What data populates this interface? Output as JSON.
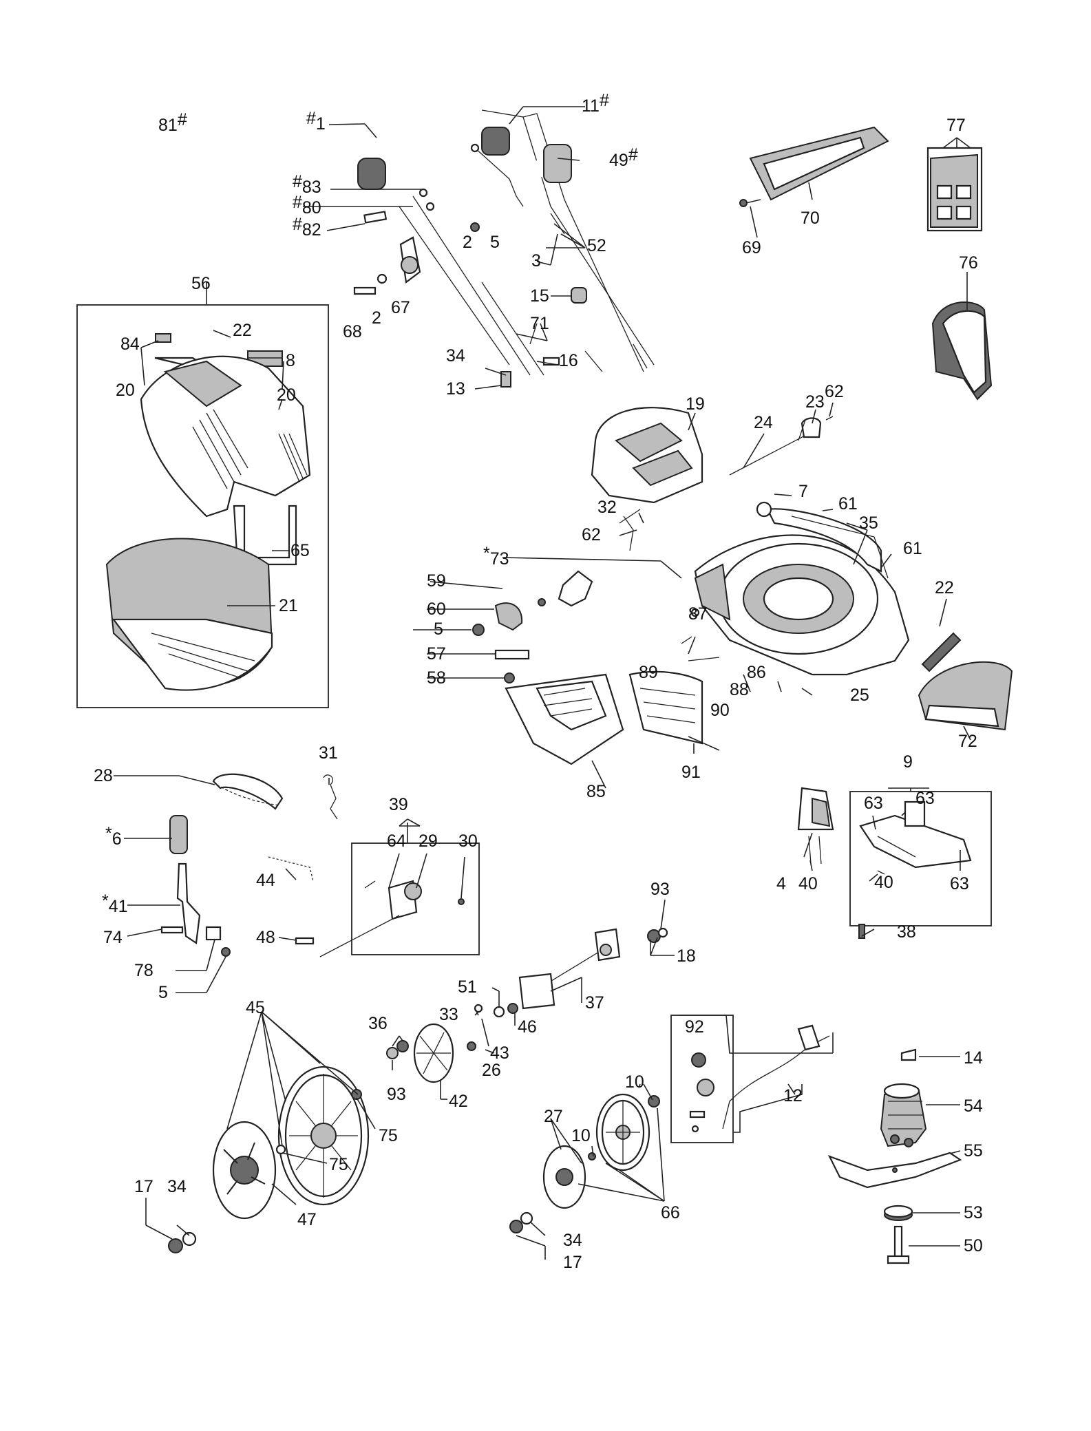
{
  "labels": {
    "l81": "81",
    "l1": "1",
    "l11": "11",
    "l49": "49",
    "l83": "83",
    "l80": "80",
    "l82": "82",
    "l2a": "2",
    "l5a": "5",
    "l52": "52",
    "l3": "3",
    "l2b": "2",
    "l68": "68",
    "l67": "67",
    "l15": "15",
    "l71": "71",
    "l34a": "34",
    "l16": "16",
    "l13": "13",
    "l56": "56",
    "l22a": "22",
    "l84": "84",
    "l8": "8",
    "l20a": "20",
    "l20b": "20",
    "l65": "65",
    "l21": "21",
    "l77": "77",
    "l70": "70",
    "l69": "69",
    "l76": "76",
    "l19": "19",
    "l24": "24",
    "l23": "23",
    "l62a": "62",
    "l7": "7",
    "l61a": "61",
    "l35": "35",
    "l61b": "61",
    "l32": "32",
    "l62b": "62",
    "l73": "73",
    "l59": "59",
    "l60": "60",
    "l5b": "5",
    "l57": "57",
    "l58": "58",
    "l22b": "22",
    "l87": "87",
    "l89": "89",
    "l86": "86",
    "l88": "88",
    "l25": "25",
    "l90": "90",
    "l72": "72",
    "l85": "85",
    "l91": "91",
    "l28": "28",
    "l31": "31",
    "l39": "39",
    "l6": "6",
    "l64": "64",
    "l29": "29",
    "l30": "30",
    "l44": "44",
    "l41": "41",
    "l74": "74",
    "l48": "48",
    "l78": "78",
    "l5c": "5",
    "l9": "9",
    "l63a": "63",
    "l63b": "63",
    "l63c": "63",
    "l4": "4",
    "l40a": "40",
    "l40b": "40",
    "l38": "38",
    "l93a": "93",
    "l18": "18",
    "l51": "51",
    "l33": "33",
    "l37": "37",
    "l46": "46",
    "l43": "43",
    "l36": "36",
    "l26": "26",
    "l93b": "93",
    "l42": "42",
    "l45": "45",
    "l75a": "75",
    "l75b": "75",
    "l17a": "17",
    "l34b": "34",
    "l47": "47",
    "l92": "92",
    "l12": "12",
    "l10a": "10",
    "l10b": "10",
    "l27": "27",
    "l66": "66",
    "l34c": "34",
    "l17b": "17",
    "l14": "14",
    "l54": "54",
    "l55": "55",
    "l53": "53",
    "l50": "50"
  },
  "markers": {
    "hash": "#",
    "star": "*"
  }
}
